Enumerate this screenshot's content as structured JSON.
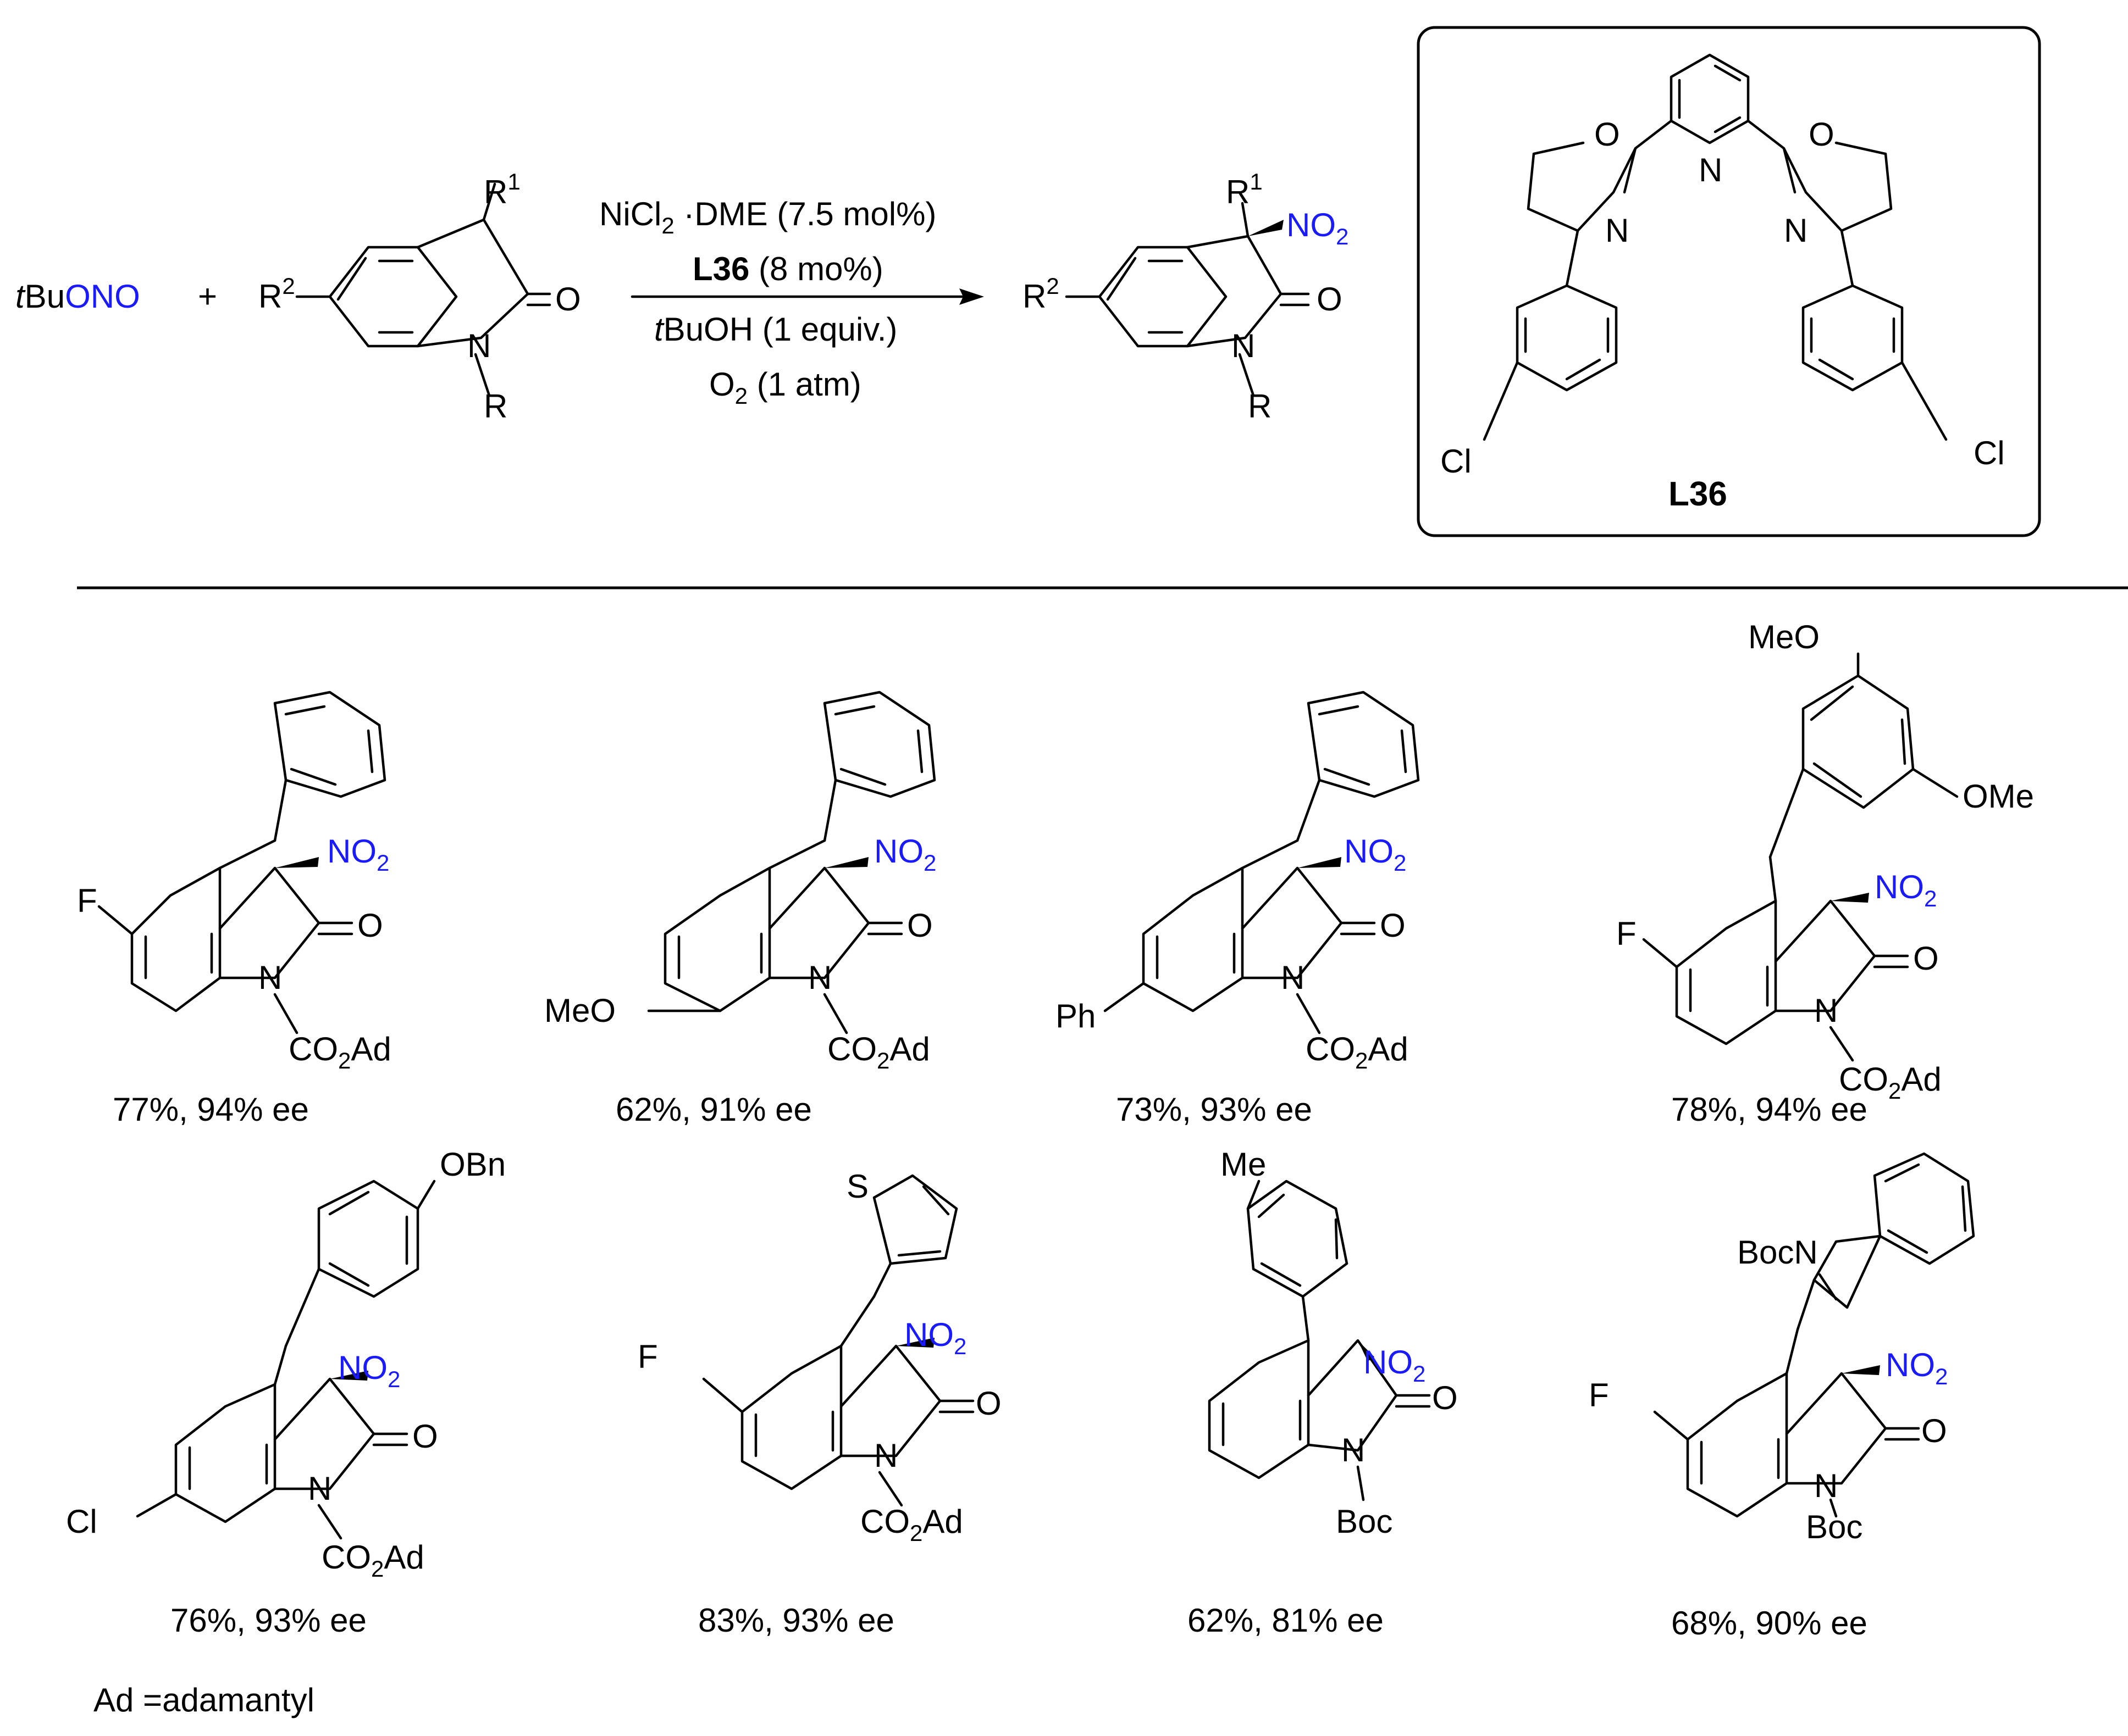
{
  "reaction": {
    "reagent1_t": "t",
    "reagent1_bu": "Bu",
    "reagent1_ono": "ONO",
    "plus": "+",
    "r1": "R",
    "r1_sup": "1",
    "r2": "R",
    "r2_sup": "2",
    "r": "R",
    "n": "N",
    "o": "O",
    "no2_no": "NO",
    "no2_sub": "2",
    "conditions": {
      "line1_a": "NiCl",
      "line1_sub": "2",
      "line1_b": " ·DME (7.5 mol%)",
      "line2_bold": "L36",
      "line2_rest": " (8 mo%)",
      "line3_t": "t",
      "line3_rest": "BuOH (1 equiv.)",
      "line4_a": "O",
      "line4_sub": "2",
      "line4_b": " (1 atm)"
    }
  },
  "ligand": {
    "name": "L36",
    "atom_o": "O",
    "atom_n": "N",
    "atom_cl": "Cl"
  },
  "labels": {
    "f": "F",
    "meo": "MeO",
    "ome": "OMe",
    "ph": "Ph",
    "cl": "Cl",
    "obn": "OBn",
    "s": "S",
    "me": "Me",
    "bocn": "BocN",
    "boc": "Boc",
    "co2ad_a": "CO",
    "co2ad_sub": "2",
    "co2ad_b": "Ad"
  },
  "products": [
    {
      "id": "p1",
      "yield": "77%, 94% ee"
    },
    {
      "id": "p2",
      "yield": "62%, 91% ee"
    },
    {
      "id": "p3",
      "yield": "73%, 93% ee"
    },
    {
      "id": "p4",
      "yield": "78%, 94% ee"
    },
    {
      "id": "p5",
      "yield": "76%, 93% ee"
    },
    {
      "id": "p6",
      "yield": "83%, 93% ee"
    },
    {
      "id": "p7",
      "yield": "62%, 81% ee"
    },
    {
      "id": "p8",
      "yield": "68%, 90% ee"
    }
  ],
  "footnote": "Ad =adamantyl"
}
